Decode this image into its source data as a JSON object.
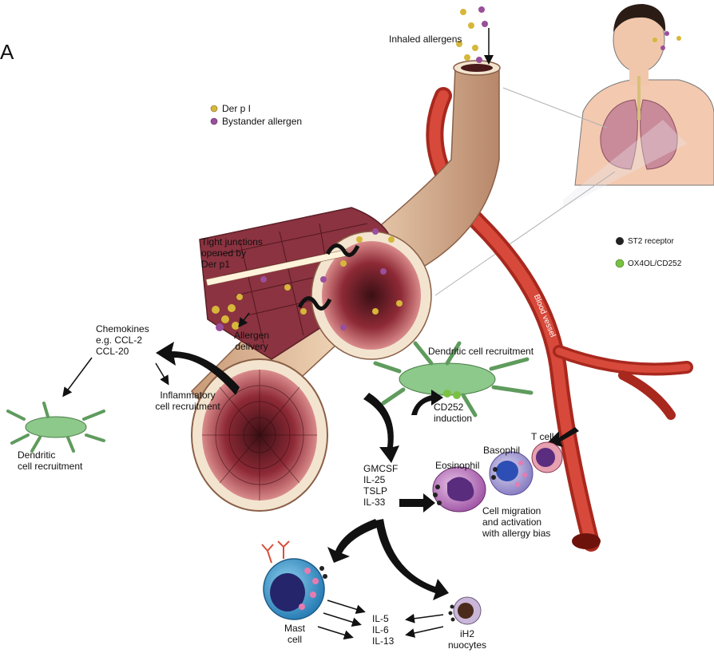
{
  "panel_letter": "A",
  "labels": {
    "inhaled_allergens": "Inhaled allergens",
    "legend_derp1": "Der p I",
    "legend_bystander": "Bystander allergen",
    "tight_junctions": "Tight junctions\nopened by\nDer p1",
    "allergen_delivery": "Allergen\ndelivery",
    "chemokines": "Chemokines\ne.g. CCL-2\n        CCL-20",
    "inflammatory": "Inflammatory\ncell recruitment",
    "dc_recruitment_left": "Dendritic\ncell recruitment",
    "dc_recruitment_right": "Dendritic cell recruitment",
    "cd252_induction": "CD252\ninduction",
    "cytokines": "GMCSF\nIL-25\nTSLP\nIL-33",
    "eosinophil": "Eosinophil",
    "basophil": "Basophil",
    "t_cell": "T cell",
    "cell_migration": "Cell migration\nand activation\nwith allergy bias",
    "mast_cell": "Mast\ncell",
    "interleukins": "IL-5\nIL-6\nIL-13",
    "nuocytes": "iH2\nnuocytes",
    "st2_receptor": "ST2 receptor",
    "ox40l": "OX4OL/CD252",
    "blood_vessel": "Blood vessel"
  },
  "colors": {
    "der_p1": "#d6b73a",
    "bystander": "#9a4f9a",
    "blood_vessel": "#c0392b",
    "airway_outer": "#e8c9a4",
    "airway_inner": "#8a2a35",
    "dendritic": "#7fbf7f",
    "st2_receptor": "#222222",
    "ox40l": "#7ac142"
  },
  "icons": [
    "person-icon",
    "lungs-icon",
    "airway-tube",
    "blood-vessel",
    "dendritic-cell-icon",
    "mast-cell-icon",
    "eosinophil-icon",
    "basophil-icon",
    "t-cell-icon",
    "nuocyte-icon"
  ]
}
